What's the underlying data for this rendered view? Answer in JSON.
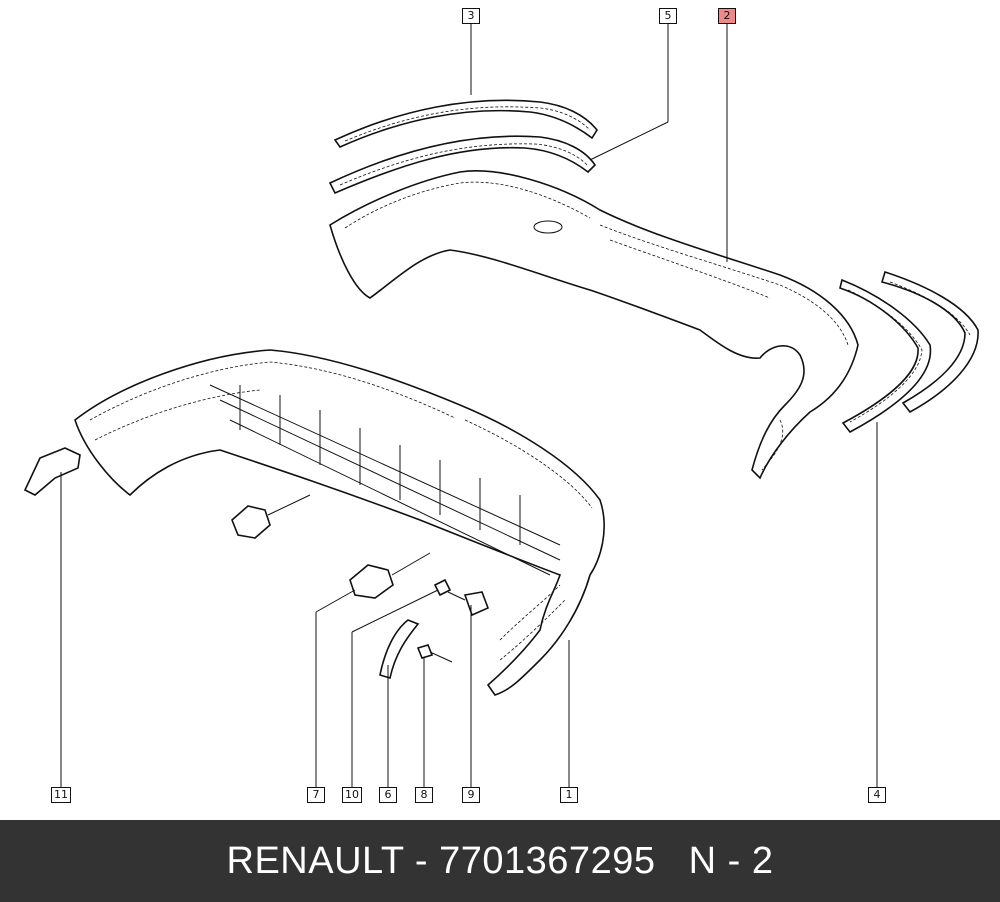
{
  "callouts": [
    {
      "id": "c3",
      "label": "3",
      "highlight": false
    },
    {
      "id": "c5",
      "label": "5",
      "highlight": false
    },
    {
      "id": "c2",
      "label": "2",
      "highlight": true
    },
    {
      "id": "c11",
      "label": "11",
      "highlight": false
    },
    {
      "id": "c7",
      "label": "7",
      "highlight": false
    },
    {
      "id": "c10",
      "label": "10",
      "highlight": false
    },
    {
      "id": "c6",
      "label": "6",
      "highlight": false
    },
    {
      "id": "c8",
      "label": "8",
      "highlight": false
    },
    {
      "id": "c9",
      "label": "9",
      "highlight": false
    },
    {
      "id": "c1",
      "label": "1",
      "highlight": false
    },
    {
      "id": "c4",
      "label": "4",
      "highlight": false
    }
  ],
  "footer": {
    "text": "RENAULT - 7701367295   N - 2",
    "background": "#333333",
    "highlight_color": "#f08a8a"
  }
}
